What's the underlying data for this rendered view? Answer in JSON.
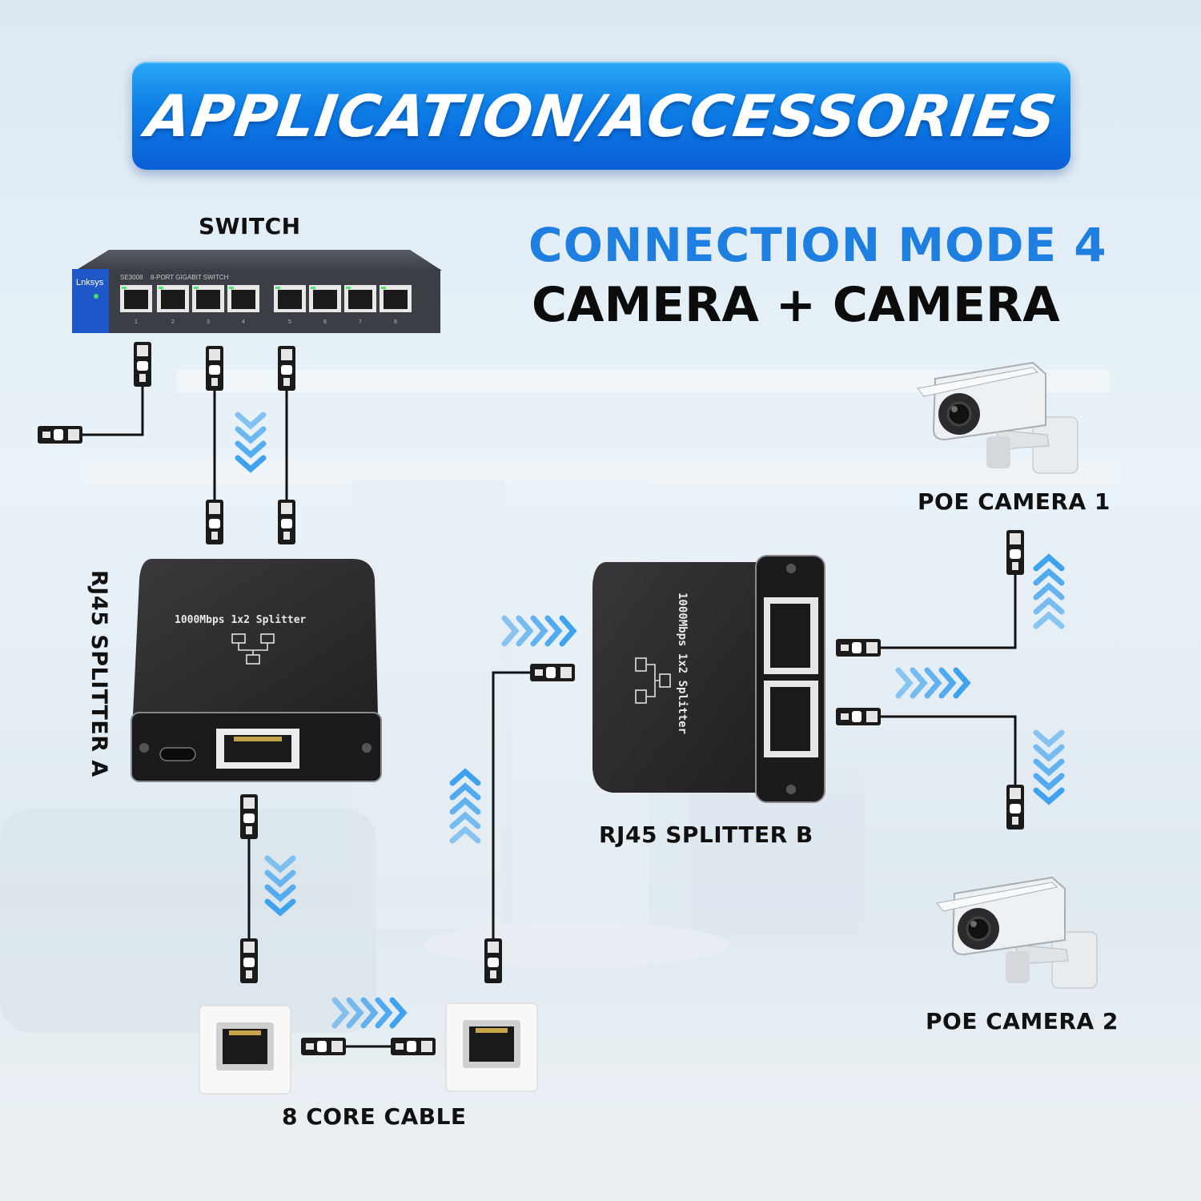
{
  "banner": {
    "title": "APPLICATION/ACCESSORIES"
  },
  "mode": {
    "title": "CONNECTION MODE 4",
    "subtitle": "CAMERA + CAMERA"
  },
  "labels": {
    "switch": "SWITCH",
    "splitter_a": "RJ45 SPLITTER A",
    "splitter_b": "RJ45 SPLITTER B",
    "camera_1": "POE CAMERA 1",
    "camera_2": "POE CAMERA 2",
    "cable": "8 CORE CABLE"
  },
  "switch_device": {
    "brand": "Lnksys",
    "model": "SE3008",
    "description": "8-PORT GIGABIT SWITCH",
    "port_numbers": [
      "1",
      "2",
      "3",
      "4",
      "5",
      "6",
      "7",
      "8"
    ]
  },
  "splitter_device": {
    "print": "1000Mbps 1x2 Splitter"
  },
  "colors": {
    "banner": "#0d7ce6",
    "mode_title": "#1e7fe0",
    "arrow": "#3fa2ee",
    "device": "#2b2b2d",
    "switch_side": "#1f57c9"
  }
}
